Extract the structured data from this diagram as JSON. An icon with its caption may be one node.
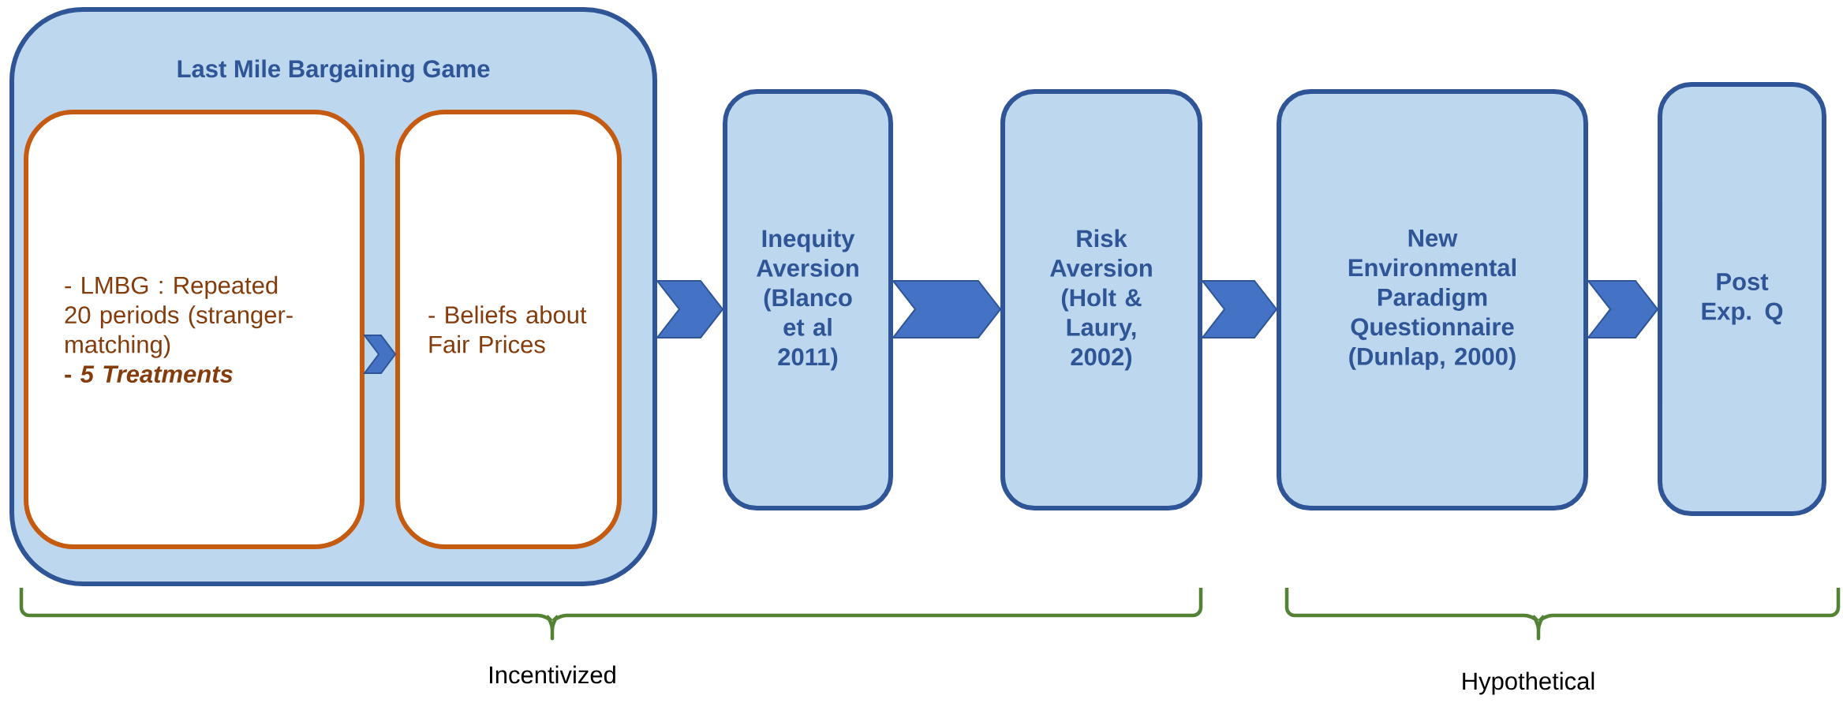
{
  "diagram": {
    "nodes": [
      {
        "text": [
          "Last Mile Bargaining Game"
        ]
      },
      {
        "text": [
          "- LMBG : Repeated 20 periods (stranger-matching)",
          "- *5 Treatments*"
        ],
        "in": 0
      },
      {
        "text": [
          "- Beliefs about Fair Prices"
        ],
        "in": 0
      },
      {
        "text": [
          "Inequity Aversion (Blanco et al 2011)"
        ]
      },
      {
        "text": [
          "Risk Aversion (Holt & Laury, 2002)"
        ]
      },
      {
        "text": [
          "New Environmental Paradigm Questionnaire (Dunlap, 2000)"
        ]
      },
      {
        "text": [
          "Post Exp. Q"
        ]
      }
    ],
    "edges": [
      {
        "from": 1,
        "to": 2,
        "arrow": "to"
      },
      {
        "from": 0,
        "to": 3,
        "arrow": "to"
      },
      {
        "from": 3,
        "to": 4,
        "arrow": "to"
      },
      {
        "from": 4,
        "to": 5,
        "arrow": "to"
      },
      {
        "from": 5,
        "to": 6,
        "arrow": "to"
      }
    ],
    "labels": [
      "Incentivized",
      "Hypothetical"
    ]
  }
}
